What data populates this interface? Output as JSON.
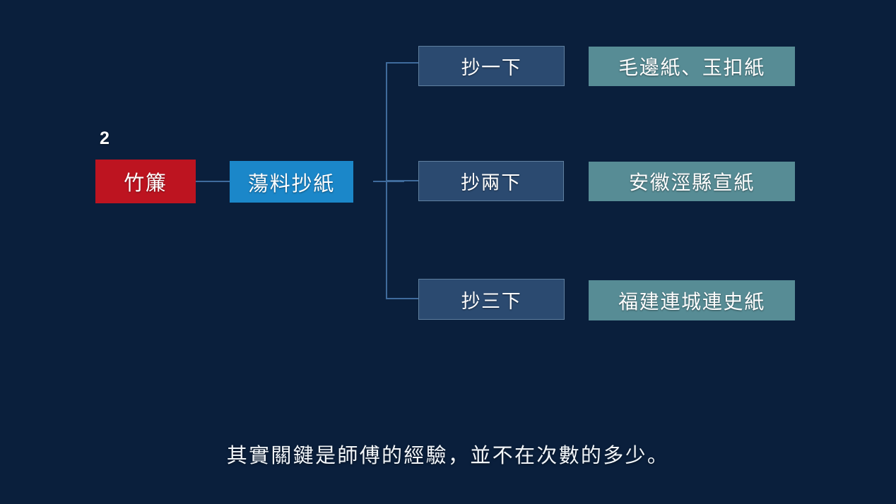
{
  "slide": {
    "background_color": "#0a1f3c",
    "step_number": "2"
  },
  "diagram": {
    "root": {
      "label": "竹簾",
      "color": "#bd1420"
    },
    "process": {
      "label": "蕩料抄紙",
      "color": "#1b87c9"
    },
    "connector_color": "#3f6b9c",
    "branches": [
      {
        "step_label": "抄一下",
        "step_color": "#2b4a70",
        "step_border_color": "#60809f",
        "result_label": "毛邊紙、玉扣紙",
        "result_color": "#578c95"
      },
      {
        "step_label": "抄兩下",
        "step_color": "#2b4a70",
        "step_border_color": "#60809f",
        "result_label": "安徽涇縣宣紙",
        "result_color": "#578c95"
      },
      {
        "step_label": "抄三下",
        "step_color": "#2b4a70",
        "step_border_color": "#60809f",
        "result_label": "福建連城連史紙",
        "result_color": "#578c95"
      }
    ]
  },
  "caption": {
    "text": "其實關鍵是師傅的經驗，並不在次數的多少。"
  }
}
